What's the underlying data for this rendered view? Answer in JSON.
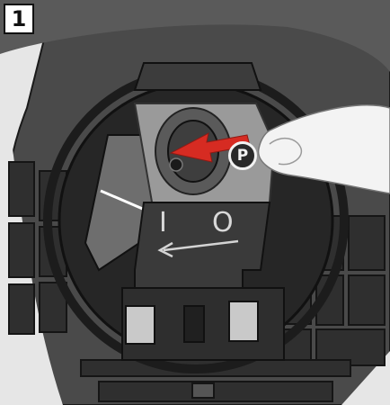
{
  "step": {
    "number": "1"
  },
  "switch": {
    "label_on": "I",
    "label_off": "O",
    "parking_mark": "P"
  },
  "colors": {
    "arrow": "#d62b22",
    "housing": "#3a3a3a",
    "plate": "#9a9a9a",
    "background": "#e6e6e6"
  },
  "icons": {
    "direction_arrow": "arrow-left-icon",
    "finger": "finger-pointer-icon"
  }
}
